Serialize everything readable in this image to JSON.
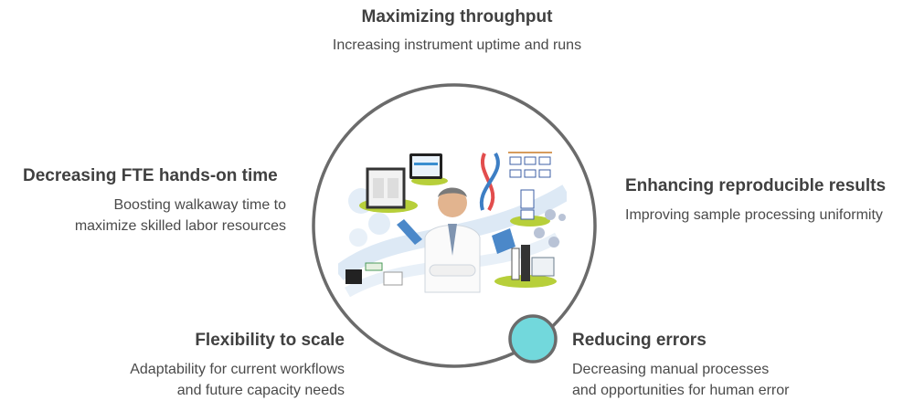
{
  "diagram": {
    "type": "benefit-wheel",
    "center_image": "scientist-with-lab-automation-instruments",
    "accent_color": "#72d8dc",
    "ring_color": "#6b6b6b",
    "benefits": [
      {
        "id": "throughput",
        "title": "Maximizing throughput",
        "lines": [
          "Increasing instrument uptime and runs"
        ]
      },
      {
        "id": "fte",
        "title": "Decreasing FTE hands-on time",
        "lines": [
          "Boosting walkaway time to",
          "maximize skilled labor resources"
        ]
      },
      {
        "id": "reproducible",
        "title": "Enhancing reproducible results",
        "lines": [
          "Improving sample processing uniformity"
        ]
      },
      {
        "id": "flexibility",
        "title": "Flexibility to scale",
        "lines": [
          "Adaptability for current workflows",
          "and future capacity needs"
        ]
      },
      {
        "id": "errors",
        "title": "Reducing errors",
        "lines": [
          "Decreasing manual processes",
          "and opportunities for human error"
        ]
      }
    ]
  }
}
